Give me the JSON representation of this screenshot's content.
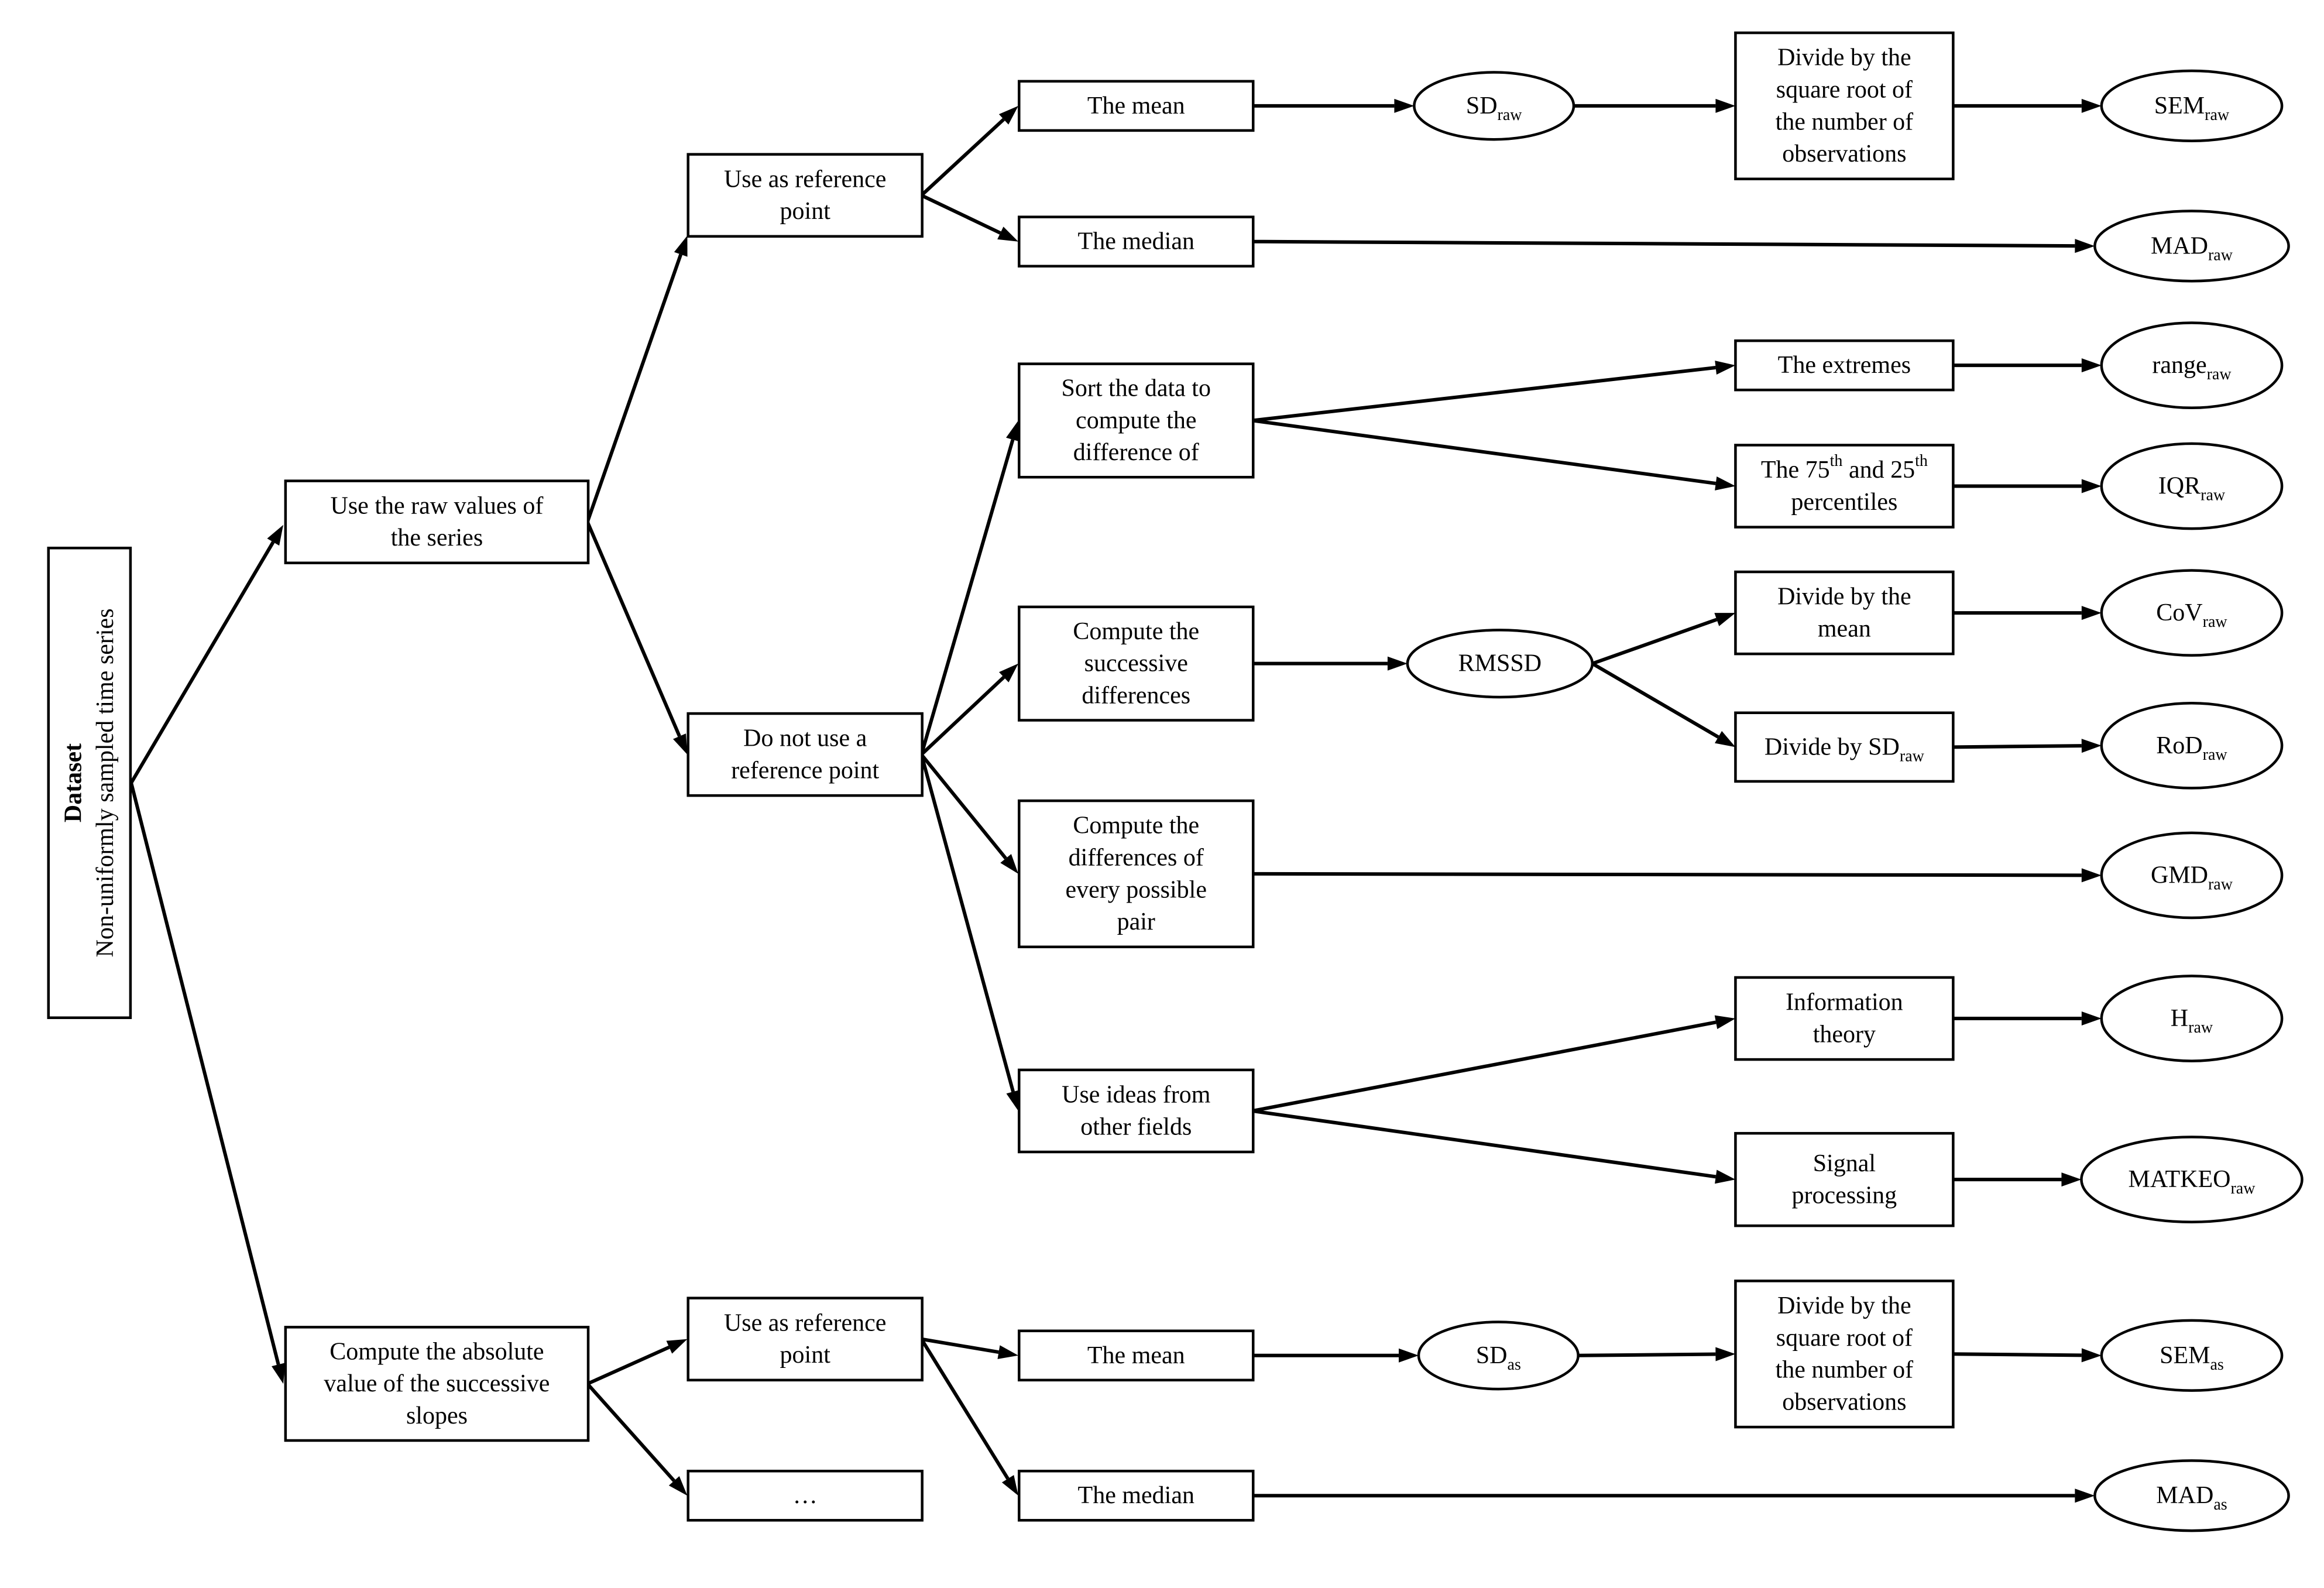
{
  "nodes": {
    "dataset": {
      "lines": [
        "Dataset",
        "Non-uniformly sampled time series"
      ]
    },
    "raw": {
      "lines": [
        "Use the raw values of",
        "the series"
      ]
    },
    "abs": {
      "lines": [
        "Compute the absolute",
        "value of the successive",
        "slopes"
      ]
    },
    "ref1": {
      "lines": [
        "Use as reference",
        "point"
      ]
    },
    "noref": {
      "lines": [
        "Do not use a",
        "reference point"
      ]
    },
    "ref2": {
      "lines": [
        "Use as reference",
        "point"
      ]
    },
    "ellipsis": {
      "lines": [
        "…"
      ]
    },
    "mean1": {
      "lines": [
        "The mean"
      ]
    },
    "median1": {
      "lines": [
        "The median"
      ]
    },
    "sort": {
      "lines": [
        "Sort the data to",
        "compute the",
        "difference of"
      ]
    },
    "succ": {
      "lines": [
        "Compute the",
        "successive",
        "differences"
      ]
    },
    "pairs": {
      "lines": [
        "Compute the",
        "differences of",
        "every possible",
        "pair"
      ]
    },
    "ideas": {
      "lines": [
        "Use ideas from",
        "other fields"
      ]
    },
    "mean2": {
      "lines": [
        "The mean"
      ]
    },
    "median2": {
      "lines": [
        "The median"
      ]
    },
    "divsqrt1": {
      "lines": [
        "Divide by the",
        "square root of",
        "the number of",
        "observations"
      ]
    },
    "extremes": {
      "lines": [
        "The extremes"
      ]
    },
    "pct": {
      "pre": "The 75",
      "sup1": "th",
      "mid": " and 25",
      "sup2": "th",
      "line2": "percentiles"
    },
    "divmean": {
      "lines": [
        "Divide by the",
        "mean"
      ]
    },
    "divsd": {
      "base": "Divide by SD",
      "sub": "raw"
    },
    "info": {
      "lines": [
        "Information",
        "theory"
      ]
    },
    "signal": {
      "lines": [
        "Signal",
        "processing"
      ]
    },
    "divsqrt2": {
      "lines": [
        "Divide by the",
        "square root of",
        "the number of",
        "observations"
      ]
    },
    "sdraw": {
      "base": "SD",
      "sub": "raw"
    },
    "rmssd": {
      "base": "RMSSD",
      "sub": ""
    },
    "sdas": {
      "base": "SD",
      "sub": "as"
    },
    "semraw": {
      "base": "SEM",
      "sub": "raw"
    },
    "madraw": {
      "base": "MAD",
      "sub": "raw"
    },
    "rangeraw": {
      "base": "range",
      "sub": "raw"
    },
    "iqrraw": {
      "base": "IQR",
      "sub": "raw"
    },
    "covraw": {
      "base": "CoV",
      "sub": "raw"
    },
    "rodraw": {
      "base": "RoD",
      "sub": "raw"
    },
    "gmdraw": {
      "base": "GMD",
      "sub": "raw"
    },
    "hraw": {
      "base": "H",
      "sub": "raw"
    },
    "matkeoraw": {
      "base": "MATKEO",
      "sub": "raw"
    },
    "semas": {
      "base": "SEM",
      "sub": "as"
    },
    "madas": {
      "base": "MAD",
      "sub": "as"
    }
  },
  "edges": [
    [
      "dataset",
      "raw"
    ],
    [
      "dataset",
      "abs"
    ],
    [
      "raw",
      "ref1"
    ],
    [
      "raw",
      "noref"
    ],
    [
      "ref1",
      "mean1"
    ],
    [
      "ref1",
      "median1"
    ],
    [
      "mean1",
      "sdraw"
    ],
    [
      "sdraw",
      "divsqrt1"
    ],
    [
      "divsqrt1",
      "semraw"
    ],
    [
      "median1",
      "madraw"
    ],
    [
      "noref",
      "sort"
    ],
    [
      "noref",
      "succ"
    ],
    [
      "noref",
      "pairs"
    ],
    [
      "noref",
      "ideas"
    ],
    [
      "sort",
      "extremes"
    ],
    [
      "sort",
      "pct"
    ],
    [
      "extremes",
      "rangeraw"
    ],
    [
      "pct",
      "iqrraw"
    ],
    [
      "succ",
      "rmssd"
    ],
    [
      "rmssd",
      "divmean"
    ],
    [
      "rmssd",
      "divsd"
    ],
    [
      "divmean",
      "covraw"
    ],
    [
      "divsd",
      "rodraw"
    ],
    [
      "pairs",
      "gmdraw"
    ],
    [
      "ideas",
      "info"
    ],
    [
      "ideas",
      "signal"
    ],
    [
      "info",
      "hraw"
    ],
    [
      "signal",
      "matkeoraw"
    ],
    [
      "abs",
      "ref2"
    ],
    [
      "abs",
      "ellipsis"
    ],
    [
      "ref2",
      "mean2"
    ],
    [
      "ref2",
      "median2"
    ],
    [
      "mean2",
      "sdas"
    ],
    [
      "sdas",
      "divsqrt2"
    ],
    [
      "divsqrt2",
      "semas"
    ],
    [
      "median2",
      "madas"
    ]
  ]
}
